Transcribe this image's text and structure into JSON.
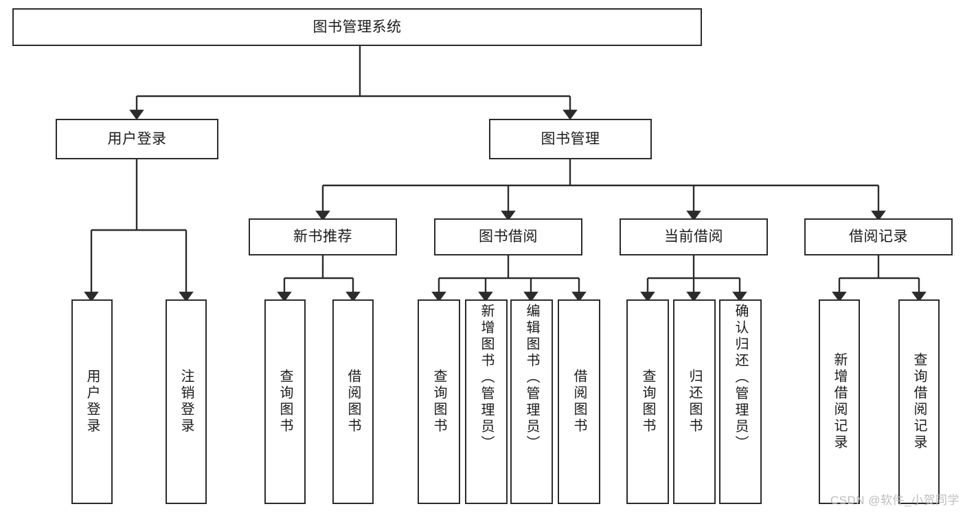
{
  "diagram": {
    "title": "图书管理系统",
    "type": "tree",
    "colors": {
      "stroke": "#2b2b2b",
      "fill": "#ffffff",
      "text": "#1b1b1b",
      "watermark": "#bdbdbd"
    },
    "root": {
      "label": "图书管理系统"
    },
    "level1": [
      {
        "id": "user-login",
        "label": "用户登录"
      },
      {
        "id": "book-manage",
        "label": "图书管理"
      }
    ],
    "level2": [
      {
        "id": "new-book-rec",
        "label": "新书推荐",
        "parent": "book-manage"
      },
      {
        "id": "book-borrow",
        "label": "图书借阅",
        "parent": "book-manage"
      },
      {
        "id": "current-borrow",
        "label": "当前借阅",
        "parent": "book-manage"
      },
      {
        "id": "borrow-record",
        "label": "借阅记录",
        "parent": "book-manage"
      }
    ],
    "leaves": [
      {
        "id": "leaf-user-login",
        "label": "用户登录",
        "parent": "user-login"
      },
      {
        "id": "leaf-user-logout",
        "label": "注销登录",
        "parent": "user-login"
      },
      {
        "id": "leaf-query-book-1",
        "label": "查询图书",
        "parent": "new-book-rec"
      },
      {
        "id": "leaf-borrow-book-1",
        "label": "借阅图书",
        "parent": "new-book-rec"
      },
      {
        "id": "leaf-query-book-2",
        "label": "查询图书",
        "parent": "book-borrow"
      },
      {
        "id": "leaf-add-book",
        "label": "新增图书（管理员）",
        "parent": "book-borrow"
      },
      {
        "id": "leaf-edit-book",
        "label": "编辑图书（管理员）",
        "parent": "book-borrow"
      },
      {
        "id": "leaf-borrow-book-2",
        "label": "借阅图书",
        "parent": "book-borrow"
      },
      {
        "id": "leaf-query-book-3",
        "label": "查询图书",
        "parent": "current-borrow"
      },
      {
        "id": "leaf-return-book",
        "label": "归还图书",
        "parent": "current-borrow"
      },
      {
        "id": "leaf-confirm-return",
        "label": "确认归还（管理员）",
        "parent": "current-borrow"
      },
      {
        "id": "leaf-add-record",
        "label": "新增借阅记录",
        "parent": "borrow-record"
      },
      {
        "id": "leaf-query-record",
        "label": "查询借阅记录",
        "parent": "borrow-record"
      }
    ]
  },
  "watermark": {
    "text": "CSDN @软件_小贺同学"
  }
}
